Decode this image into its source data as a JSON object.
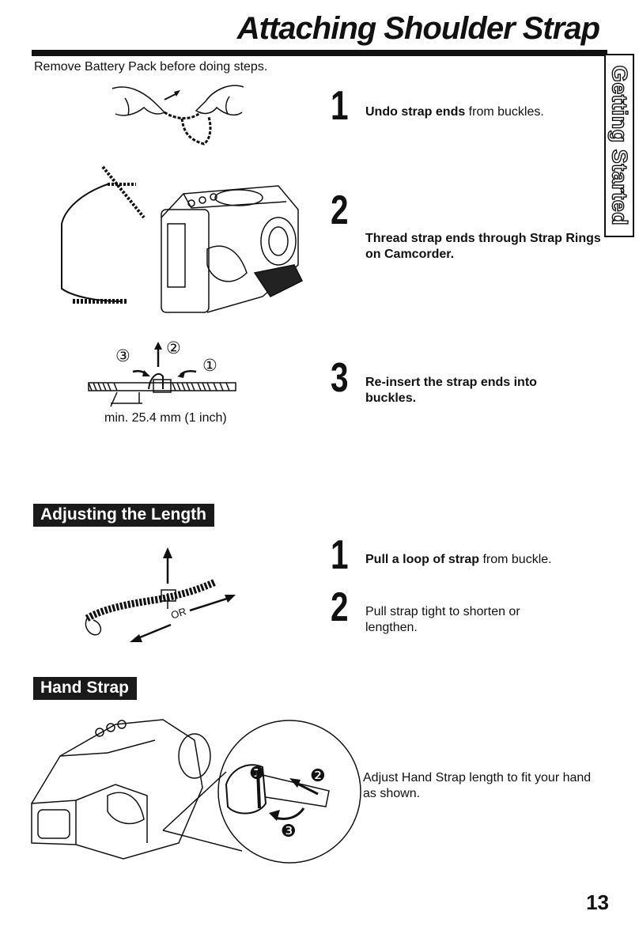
{
  "page": {
    "title": "Attaching Shoulder Strap",
    "intro": "Remove Battery Pack before doing steps.",
    "side_tab": "Getting Started",
    "page_number": "13"
  },
  "attach_steps": [
    {
      "number": "1",
      "bold": "Undo strap ends",
      "text": " from buckles."
    },
    {
      "number": "2",
      "bold": "Thread strap ends through Strap Rings on Camcorder.",
      "text": ""
    },
    {
      "number": "3",
      "bold": "Re-insert the strap ends into buckles.",
      "text": ""
    }
  ],
  "buckle_figure": {
    "markers": [
      "③",
      "②",
      "①"
    ],
    "caption": "min. 25.4 mm (1 inch)"
  },
  "adjust_section": {
    "heading": "Adjusting the Length",
    "figure_label": "OR",
    "steps": [
      {
        "number": "1",
        "bold": "Pull a loop of strap",
        "text": " from buckle."
      },
      {
        "number": "2",
        "bold": "",
        "text": "Pull strap tight to shorten or lengthen."
      }
    ]
  },
  "hand_section": {
    "heading": "Hand Strap",
    "markers": [
      "❶",
      "❷",
      "❸"
    ],
    "text": "Adjust Hand Strap length to fit your hand as shown."
  }
}
